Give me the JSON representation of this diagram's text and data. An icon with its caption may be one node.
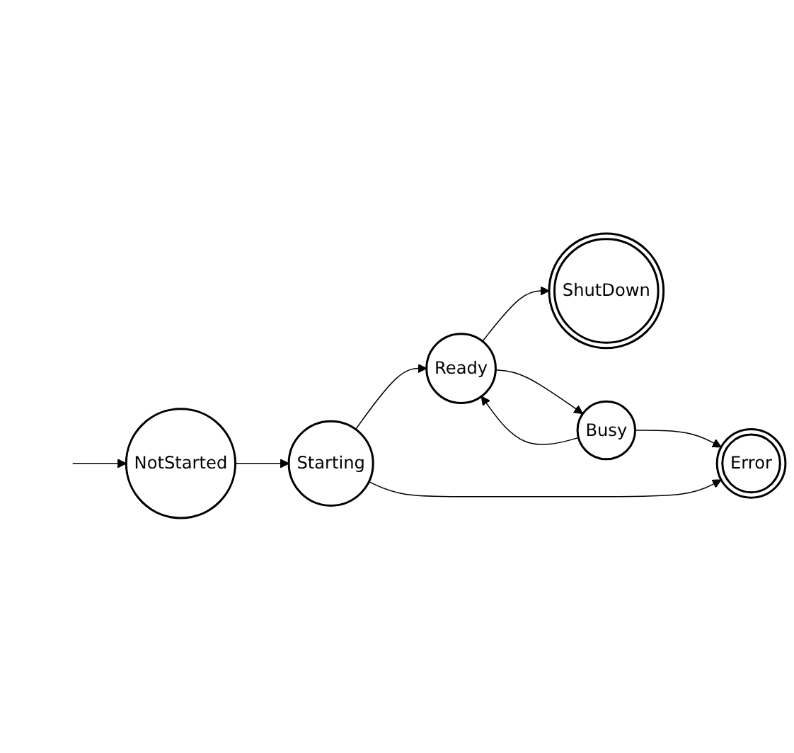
{
  "diagram": {
    "nodes": [
      {
        "text": [
          "NotStarted"
        ]
      },
      {
        "text": [
          "Starting"
        ]
      },
      {
        "text": [
          "Ready"
        ]
      },
      {
        "text": [
          "ShutDown"
        ]
      },
      {
        "text": [
          "Busy"
        ]
      },
      {
        "text": [
          "Error"
        ]
      }
    ],
    "edges": [
      {
        "from": null,
        "to": 0,
        "arrow": "to"
      },
      {
        "from": 0,
        "to": 1,
        "arrow": "to"
      },
      {
        "from": 1,
        "to": 2,
        "arrow": "to"
      },
      {
        "from": 1,
        "to": 5,
        "arrow": "to"
      },
      {
        "from": 2,
        "to": 3,
        "arrow": "to"
      },
      {
        "from": 2,
        "to": 4,
        "arrow": "to"
      },
      {
        "from": 4,
        "to": 2,
        "arrow": "to"
      },
      {
        "from": 4,
        "to": 5,
        "arrow": "to"
      }
    ]
  }
}
